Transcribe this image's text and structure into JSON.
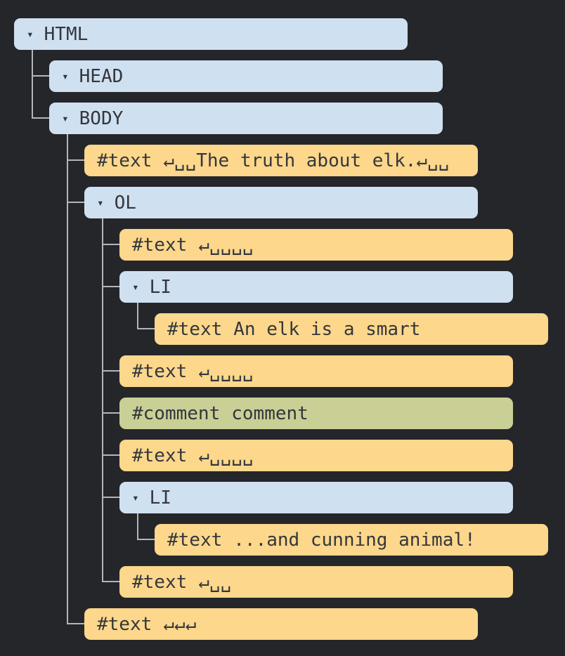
{
  "colors": {
    "background": "#25262a",
    "element_box": "#cfe0f1",
    "text_box": "#fcd78c",
    "comment_box": "#cacf96",
    "connector": "#b2b6ba",
    "label": "#34373b"
  },
  "icons": {
    "collapse_marker": "▾"
  },
  "tree": {
    "nodes": [
      {
        "kind": "element",
        "name": "HTML",
        "value": "",
        "depth": 0,
        "parent": -1
      },
      {
        "kind": "element",
        "name": "HEAD",
        "value": "",
        "depth": 1,
        "parent": 0
      },
      {
        "kind": "element",
        "name": "BODY",
        "value": "",
        "depth": 1,
        "parent": 0
      },
      {
        "kind": "text",
        "name": "#text",
        "value": "↵␣␣The truth about elk.↵␣␣",
        "depth": 2,
        "parent": 2
      },
      {
        "kind": "element",
        "name": "OL",
        "value": "",
        "depth": 2,
        "parent": 2
      },
      {
        "kind": "text",
        "name": "#text",
        "value": "↵␣␣␣␣",
        "depth": 3,
        "parent": 4
      },
      {
        "kind": "element",
        "name": "LI",
        "value": "",
        "depth": 3,
        "parent": 4
      },
      {
        "kind": "text",
        "name": "#text",
        "value": "An elk is a smart",
        "depth": 4,
        "parent": 6
      },
      {
        "kind": "text",
        "name": "#text",
        "value": "↵␣␣␣␣",
        "depth": 3,
        "parent": 4
      },
      {
        "kind": "comment",
        "name": "#comment",
        "value": "comment",
        "depth": 3,
        "parent": 4
      },
      {
        "kind": "text",
        "name": "#text",
        "value": "↵␣␣␣␣",
        "depth": 3,
        "parent": 4
      },
      {
        "kind": "element",
        "name": "LI",
        "value": "",
        "depth": 3,
        "parent": 4
      },
      {
        "kind": "text",
        "name": "#text",
        "value": "...and cunning animal!",
        "depth": 4,
        "parent": 11
      },
      {
        "kind": "text",
        "name": "#text",
        "value": "↵␣␣",
        "depth": 3,
        "parent": 4
      },
      {
        "kind": "text",
        "name": "#text",
        "value": "↵↵↵",
        "depth": 2,
        "parent": 2
      }
    ]
  }
}
